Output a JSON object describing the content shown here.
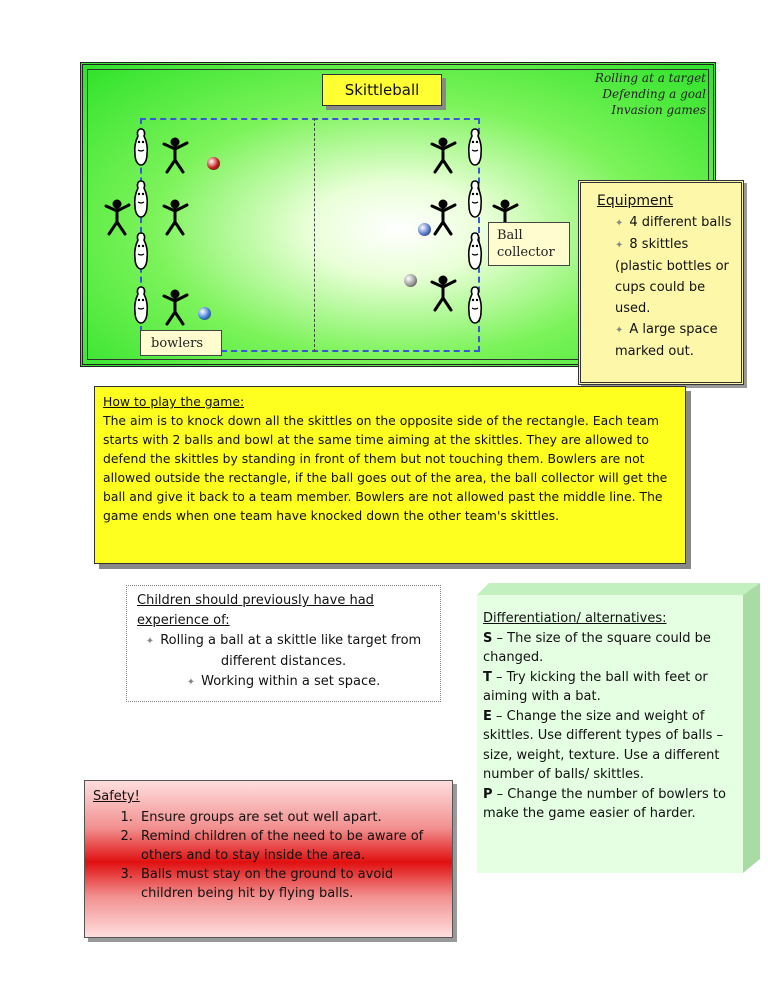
{
  "pitch": {
    "title": "Skittleball",
    "tags": [
      "Rolling at a target",
      "Defending a goal",
      "Invasion games"
    ],
    "bowlers_label": "bowlers",
    "collector_label": [
      "Ball",
      "collector"
    ],
    "ball_colors": [
      "#c21a1a",
      "#3a7ad6",
      "#999999",
      "#5577cc"
    ]
  },
  "equipment": {
    "title": "Equipment",
    "items": [
      "4 different balls",
      "8 skittles (plastic bottles or cups could be used.",
      "A large space marked out."
    ]
  },
  "how_to_play": {
    "title": "How to play the game:",
    "text": "The aim is to knock down all the skittles on the opposite side of the rectangle. Each team starts with 2 balls and bowl at the same time aiming at the skittles. They are allowed to defend the skittles by standing in front of them but not touching them. Bowlers are not allowed outside the rectangle, if the ball goes out of the area, the ball collector will get the ball and give it back to a team member. Bowlers are not allowed past the middle line. The game ends when one team have knocked down the other team's skittles."
  },
  "previous": {
    "title": "Children should previously have  had experience of:",
    "items": [
      "Rolling a ball at a skittle like target from different distances.",
      "Working within a set space."
    ]
  },
  "differentiation": {
    "title": "Differentiation/ alternatives:",
    "items": [
      {
        "letter": "S",
        "text": " – The size of the square could be changed."
      },
      {
        "letter": "T",
        "text": " – Try kicking the ball with feet or aiming with a bat."
      },
      {
        "letter": "E",
        "text": " – Change the size and weight of skittles. Use different types of balls – size, weight, texture. Use a different number of balls/ skittles."
      },
      {
        "letter": "P",
        "text": " – Change the number of bowlers to make the game easier of harder."
      }
    ]
  },
  "safety": {
    "title": "Safety!",
    "items": [
      "Ensure groups are set out well apart.",
      "Remind children of the need to be aware of others and to stay inside the area.",
      "Balls must stay on the ground to avoid children being hit by flying balls."
    ]
  }
}
